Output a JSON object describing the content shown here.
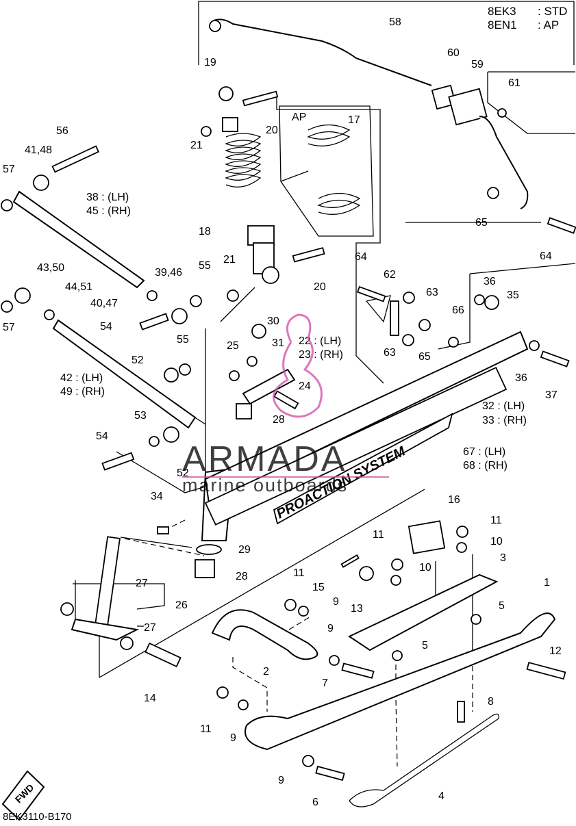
{
  "header": {
    "model_codes": [
      {
        "code": "8EK3",
        "type": ": STD"
      },
      {
        "code": "8EN1",
        "type": ": AP"
      }
    ]
  },
  "inset_label": "AP",
  "labels": [
    {
      "id": "58",
      "text": "58"
    },
    {
      "id": "60",
      "text": "60"
    },
    {
      "id": "59",
      "text": "59"
    },
    {
      "id": "61",
      "text": "61"
    },
    {
      "id": "19",
      "text": "19"
    },
    {
      "id": "20a",
      "text": "20"
    },
    {
      "id": "21a",
      "text": "21"
    },
    {
      "id": "17",
      "text": "17"
    },
    {
      "id": "56",
      "text": "56"
    },
    {
      "id": "41_48",
      "text": "41,48"
    },
    {
      "id": "57a",
      "text": "57"
    },
    {
      "id": "38_45_lh",
      "text": "38 : (LH)"
    },
    {
      "id": "38_45_rh",
      "text": "45 : (RH)"
    },
    {
      "id": "65a",
      "text": "65"
    },
    {
      "id": "64a",
      "text": "64"
    },
    {
      "id": "18",
      "text": "18"
    },
    {
      "id": "21b",
      "text": "21"
    },
    {
      "id": "20b",
      "text": "20"
    },
    {
      "id": "64b",
      "text": "64"
    },
    {
      "id": "62",
      "text": "62"
    },
    {
      "id": "63a",
      "text": "63"
    },
    {
      "id": "66",
      "text": "66"
    },
    {
      "id": "36a",
      "text": "36"
    },
    {
      "id": "35",
      "text": "35"
    },
    {
      "id": "43_50",
      "text": "43,50"
    },
    {
      "id": "44_51",
      "text": "44,51"
    },
    {
      "id": "39_46",
      "text": "39,46"
    },
    {
      "id": "55a",
      "text": "55"
    },
    {
      "id": "40_47",
      "text": "40,47"
    },
    {
      "id": "57b",
      "text": "57"
    },
    {
      "id": "54a",
      "text": "54"
    },
    {
      "id": "30",
      "text": "30"
    },
    {
      "id": "31",
      "text": "31"
    },
    {
      "id": "25",
      "text": "25"
    },
    {
      "id": "22_lh",
      "text": "22 : (LH)"
    },
    {
      "id": "23_rh",
      "text": "23 : (RH)"
    },
    {
      "id": "63b",
      "text": "63"
    },
    {
      "id": "65b",
      "text": "65"
    },
    {
      "id": "55b",
      "text": "55"
    },
    {
      "id": "52a",
      "text": "52"
    },
    {
      "id": "24",
      "text": "24"
    },
    {
      "id": "28a",
      "text": "28"
    },
    {
      "id": "36b",
      "text": "36"
    },
    {
      "id": "37",
      "text": "37"
    },
    {
      "id": "42_lh",
      "text": "42 : (LH)"
    },
    {
      "id": "49_rh",
      "text": "49 : (RH)"
    },
    {
      "id": "32_lh",
      "text": "32 : (LH)"
    },
    {
      "id": "33_rh",
      "text": "33 : (RH)"
    },
    {
      "id": "53",
      "text": "53"
    },
    {
      "id": "54b",
      "text": "54"
    },
    {
      "id": "52b",
      "text": "52"
    },
    {
      "id": "67_lh",
      "text": "67 : (LH)"
    },
    {
      "id": "68_rh",
      "text": "68 : (RH)"
    },
    {
      "id": "34",
      "text": "34"
    },
    {
      "id": "16",
      "text": "16"
    },
    {
      "id": "11a",
      "text": "11"
    },
    {
      "id": "29",
      "text": "29"
    },
    {
      "id": "10a",
      "text": "10"
    },
    {
      "id": "11b",
      "text": "11"
    },
    {
      "id": "3",
      "text": "3"
    },
    {
      "id": "28b",
      "text": "28"
    },
    {
      "id": "27a",
      "text": "27"
    },
    {
      "id": "10b",
      "text": "10"
    },
    {
      "id": "11c",
      "text": "11"
    },
    {
      "id": "15",
      "text": "15"
    },
    {
      "id": "1",
      "text": "1"
    },
    {
      "id": "26",
      "text": "26"
    },
    {
      "id": "13",
      "text": "13"
    },
    {
      "id": "9a",
      "text": "9"
    },
    {
      "id": "5a",
      "text": "5"
    },
    {
      "id": "27b",
      "text": "27"
    },
    {
      "id": "9b",
      "text": "9"
    },
    {
      "id": "5b",
      "text": "5"
    },
    {
      "id": "12",
      "text": "12"
    },
    {
      "id": "2",
      "text": "2"
    },
    {
      "id": "7",
      "text": "7"
    },
    {
      "id": "14",
      "text": "14"
    },
    {
      "id": "8",
      "text": "8"
    },
    {
      "id": "11d",
      "text": "11"
    },
    {
      "id": "9c",
      "text": "9"
    },
    {
      "id": "9d",
      "text": "9"
    },
    {
      "id": "4",
      "text": "4"
    },
    {
      "id": "6",
      "text": "6"
    }
  ],
  "decal_text": "PROACTION SYSTEM",
  "fwd_label": "FWD",
  "watermark": {
    "title": "ARMADA",
    "subtitle": "marine outboards"
  },
  "figure_code": "8EK3110-B170"
}
